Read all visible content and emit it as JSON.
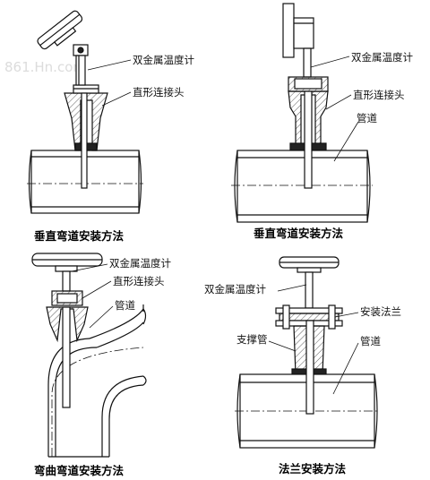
{
  "watermark": "861.Hn.com",
  "panels": {
    "vertical_elbow": {
      "caption": "垂直弯道安装方法",
      "labels": {
        "thermometer": "双金属温度计",
        "connector": "直形连接头"
      }
    },
    "vertical_straight": {
      "caption": "垂直弯道安装方法",
      "labels": {
        "thermometer": "双金属温度计",
        "connector": "直形连接头",
        "pipe": "管道"
      }
    },
    "bend_pipe": {
      "caption": "弯曲弯道安装方法",
      "labels": {
        "thermometer": "双金属温度计",
        "connector": "直形连接头",
        "pipe": "管道"
      }
    },
    "flange": {
      "caption": "法兰安装方法",
      "labels": {
        "thermometer": "双金属温度计",
        "flange": "安装法兰",
        "support": "支撑管",
        "pipe": "管道"
      }
    }
  }
}
